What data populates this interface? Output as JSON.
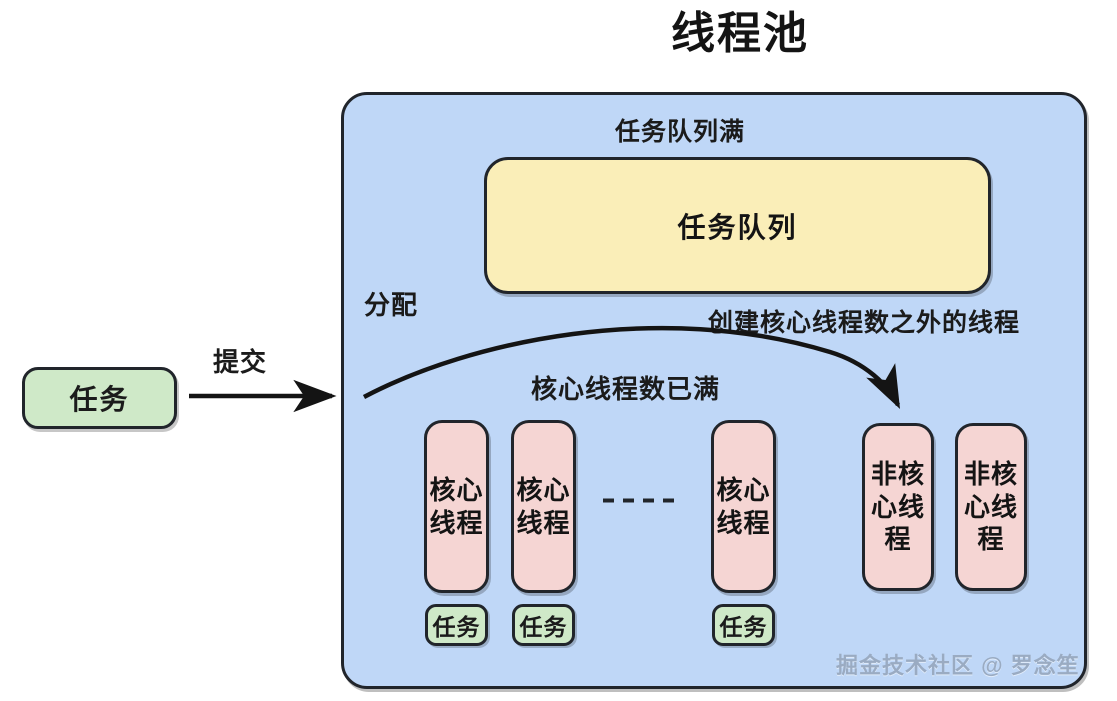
{
  "title": "线程池",
  "pool": {
    "queue_full_label": "任务队列满",
    "queue_label": "任务队列",
    "dispatch_label": "分配",
    "create_extra_label": "创建核心线程数之外的线程",
    "core_full_label": "核心线程数已满",
    "dashes_label": "- - - - -"
  },
  "submit": {
    "task_label": "任务",
    "arrow_label": "提交"
  },
  "core_threads": [
    {
      "line1": "核心",
      "line2": "线程",
      "task": "任务"
    },
    {
      "line1": "核心",
      "line2": "线程",
      "task": "任务"
    },
    {
      "line1": "核心",
      "line2": "线程",
      "task": "任务"
    }
  ],
  "non_core_threads": [
    {
      "line1": "非核",
      "line2": "心线",
      "line3": "程"
    },
    {
      "line1": "非核",
      "line2": "心线",
      "line3": "程"
    }
  ],
  "watermark": "掘金技术社区 @ 罗念笙",
  "colors": {
    "pool_fill": "#bfd7f7",
    "queue_fill": "#faeeb8",
    "thread_fill": "#f5d5d3",
    "task_fill": "#cfe9c8",
    "stroke": "#21252b",
    "watermark": "#9aabc2"
  }
}
